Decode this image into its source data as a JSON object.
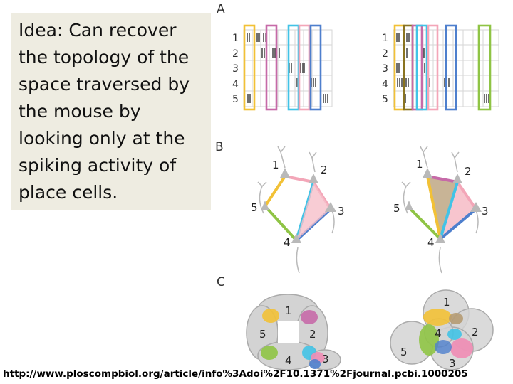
{
  "idea": {
    "text": "Idea:  Can recover the topology of the space traversed by the mouse by looking only at the spiking activity of place cells."
  },
  "figure": {
    "panel_labels": [
      "A",
      "B",
      "C"
    ],
    "cell_numbers": [
      "1",
      "2",
      "3",
      "4",
      "5"
    ],
    "colors": {
      "yellow": "#f2c136",
      "magenta": "#c66aa8",
      "cyan": "#42c3e6",
      "pink": "#f3a6b8",
      "blue": "#4e7fcd",
      "green": "#8fc445",
      "olive": "#8a7421",
      "grid": "#d6d6d6",
      "neuron": "#b9b9b9",
      "region": "#d3d3d3",
      "triangle_fill": "#f6bfc9",
      "triangle_dark": "#b59b73"
    }
  },
  "caption": {
    "text": "http://www.ploscompbiol.org/article/info%3Adoi%2F10.1371%2Fjournal.pcbi.1000205"
  }
}
